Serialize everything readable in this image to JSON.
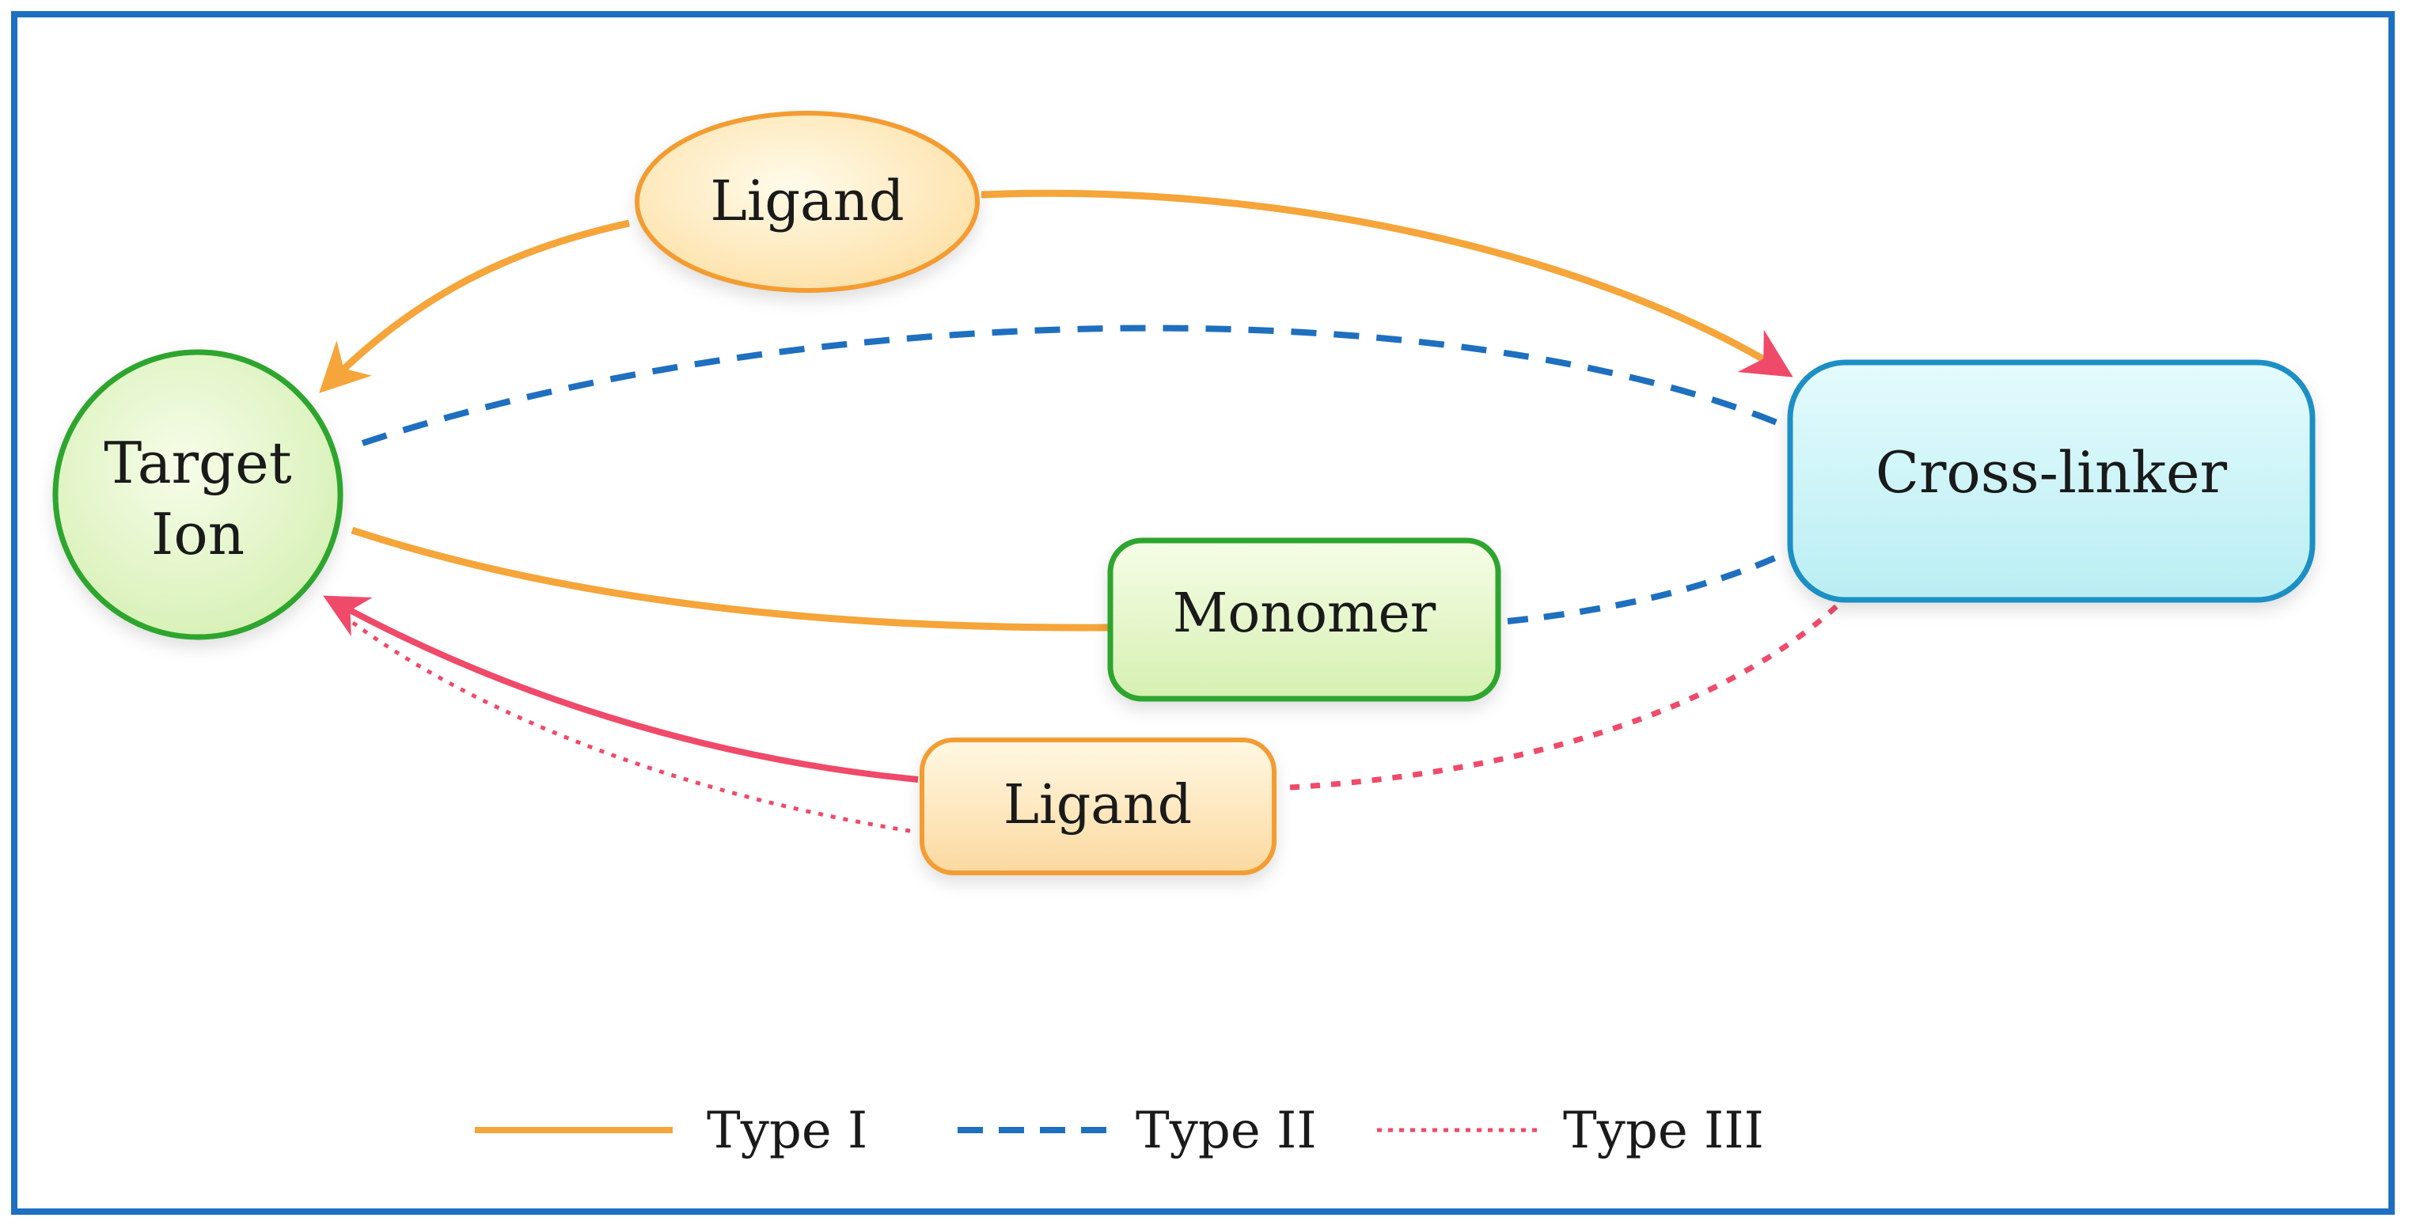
{
  "nodes": {
    "ligand_top": "Ligand",
    "target_ion_line1": "Target",
    "target_ion_line2": "Ion",
    "cross_linker": "Cross-linker",
    "monomer": "Monomer",
    "ligand_bottom": "Ligand"
  },
  "legend": {
    "type1": "Type I",
    "type2": "Type II",
    "type3": "Type III"
  },
  "colors": {
    "frame": "#1d6fc1",
    "type1": "#f5a53a",
    "type2": "#1f6fbf",
    "type3": "#ef4a6a",
    "target_ion_border": "#2fa52f",
    "cross_linker_border": "#1f8fc4",
    "ligand_border": "#f39c32",
    "monomer_border": "#2fa52f"
  }
}
